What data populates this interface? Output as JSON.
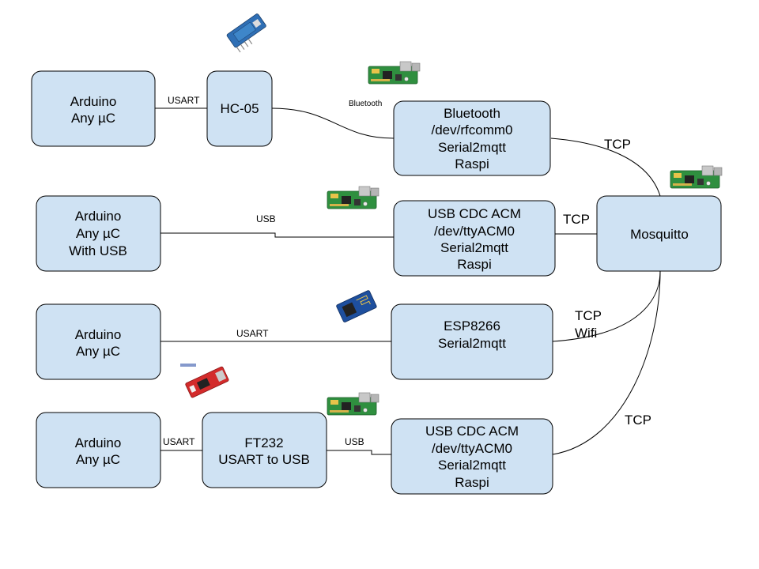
{
  "nodes": {
    "arduino1": {
      "lines": [
        "Arduino",
        "Any µC"
      ]
    },
    "hc05": {
      "lines": [
        "HC-05"
      ]
    },
    "bt_raspi": {
      "lines": [
        "Bluetooth",
        "/dev/rfcomm0",
        "Serial2mqtt",
        "Raspi"
      ]
    },
    "arduino2": {
      "lines": [
        "Arduino",
        "Any µC",
        "With USB"
      ]
    },
    "acm_raspi1": {
      "lines": [
        "USB CDC ACM",
        "/dev/ttyACM0",
        "Serial2mqtt",
        "Raspi"
      ]
    },
    "mosquitto": {
      "lines": [
        "Mosquitto"
      ]
    },
    "arduino3": {
      "lines": [
        "Arduino",
        "Any µC"
      ]
    },
    "esp8266": {
      "lines": [
        "ESP8266",
        "Serial2mqtt"
      ]
    },
    "arduino4": {
      "lines": [
        "Arduino",
        "Any µC"
      ]
    },
    "ft232": {
      "lines": [
        "FT232",
        "USART to USB"
      ]
    },
    "acm_raspi2": {
      "lines": [
        "USB CDC ACM",
        "/dev/ttyACM0",
        "Serial2mqtt",
        "Raspi"
      ]
    }
  },
  "edge_labels": {
    "usart1": "USART",
    "bluetooth": "Bluetooth",
    "tcp1": "TCP",
    "usb1": "USB",
    "tcp2": "TCP",
    "usart2": "USART",
    "tcp3": "TCP",
    "wifi": "Wifi",
    "usart3": "USART",
    "usb2": "USB",
    "tcp4": "TCP"
  },
  "colors": {
    "box_fill": "#cfe2f3",
    "stroke": "#000000",
    "raspi_board": "#2f8f3f",
    "esp_board": "#1e4f9e",
    "ft232_board": "#d32b2b",
    "hc05_board": "#2f6fb5"
  },
  "icons": [
    "raspberry-pi-board-icon",
    "hc05-module-icon",
    "esp8266-module-icon",
    "ft232-module-icon"
  ]
}
